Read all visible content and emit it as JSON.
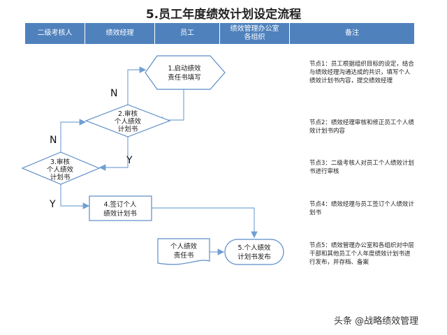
{
  "title": "5.员工年度绩效计划设定流程",
  "header": {
    "lanes": [
      "二级考核人",
      "绩效经理",
      "员工",
      "绩效管理办公室\n各组织",
      "备注"
    ]
  },
  "nodes": {
    "start": [
      "1.启动绩效",
      "责任书填写"
    ],
    "review2": [
      "2.审核",
      "个人绩效",
      "计划书"
    ],
    "review3": [
      "3.审核",
      "个人绩效",
      "计划书"
    ],
    "sign4": [
      "4.签订个人",
      "绩效计划书"
    ],
    "doc": [
      "个人绩效",
      "责任书"
    ],
    "publish5": [
      "5.个人绩效",
      "计划书发布"
    ]
  },
  "labels": {
    "n1": "N",
    "n2": "N",
    "y1": "Y",
    "y2": "Y"
  },
  "notes": [
    "节点1：员工根据组织目标的设定，结合与绩效经理沟通达成的共识，填写个人绩效计划书内容，提交绩效经理",
    "节点2：绩效经理审核和修正员工个人绩效计划书内容",
    "节点3：二级考核人对员工个人绩效计划书进行审核",
    "节点4：绩效经理与员工签订个人绩效计划书",
    "节点5：绩效管理办公室和各组织对中层干部和其他员工个人年度绩效计划书进行发布，并存档、备案"
  ],
  "watermark": "头条 @战略绩效管理",
  "colors": {
    "header": "#4f81bd",
    "line": "#7aa6d6",
    "fill": "#ffffff",
    "border": "#5b8cc6"
  }
}
